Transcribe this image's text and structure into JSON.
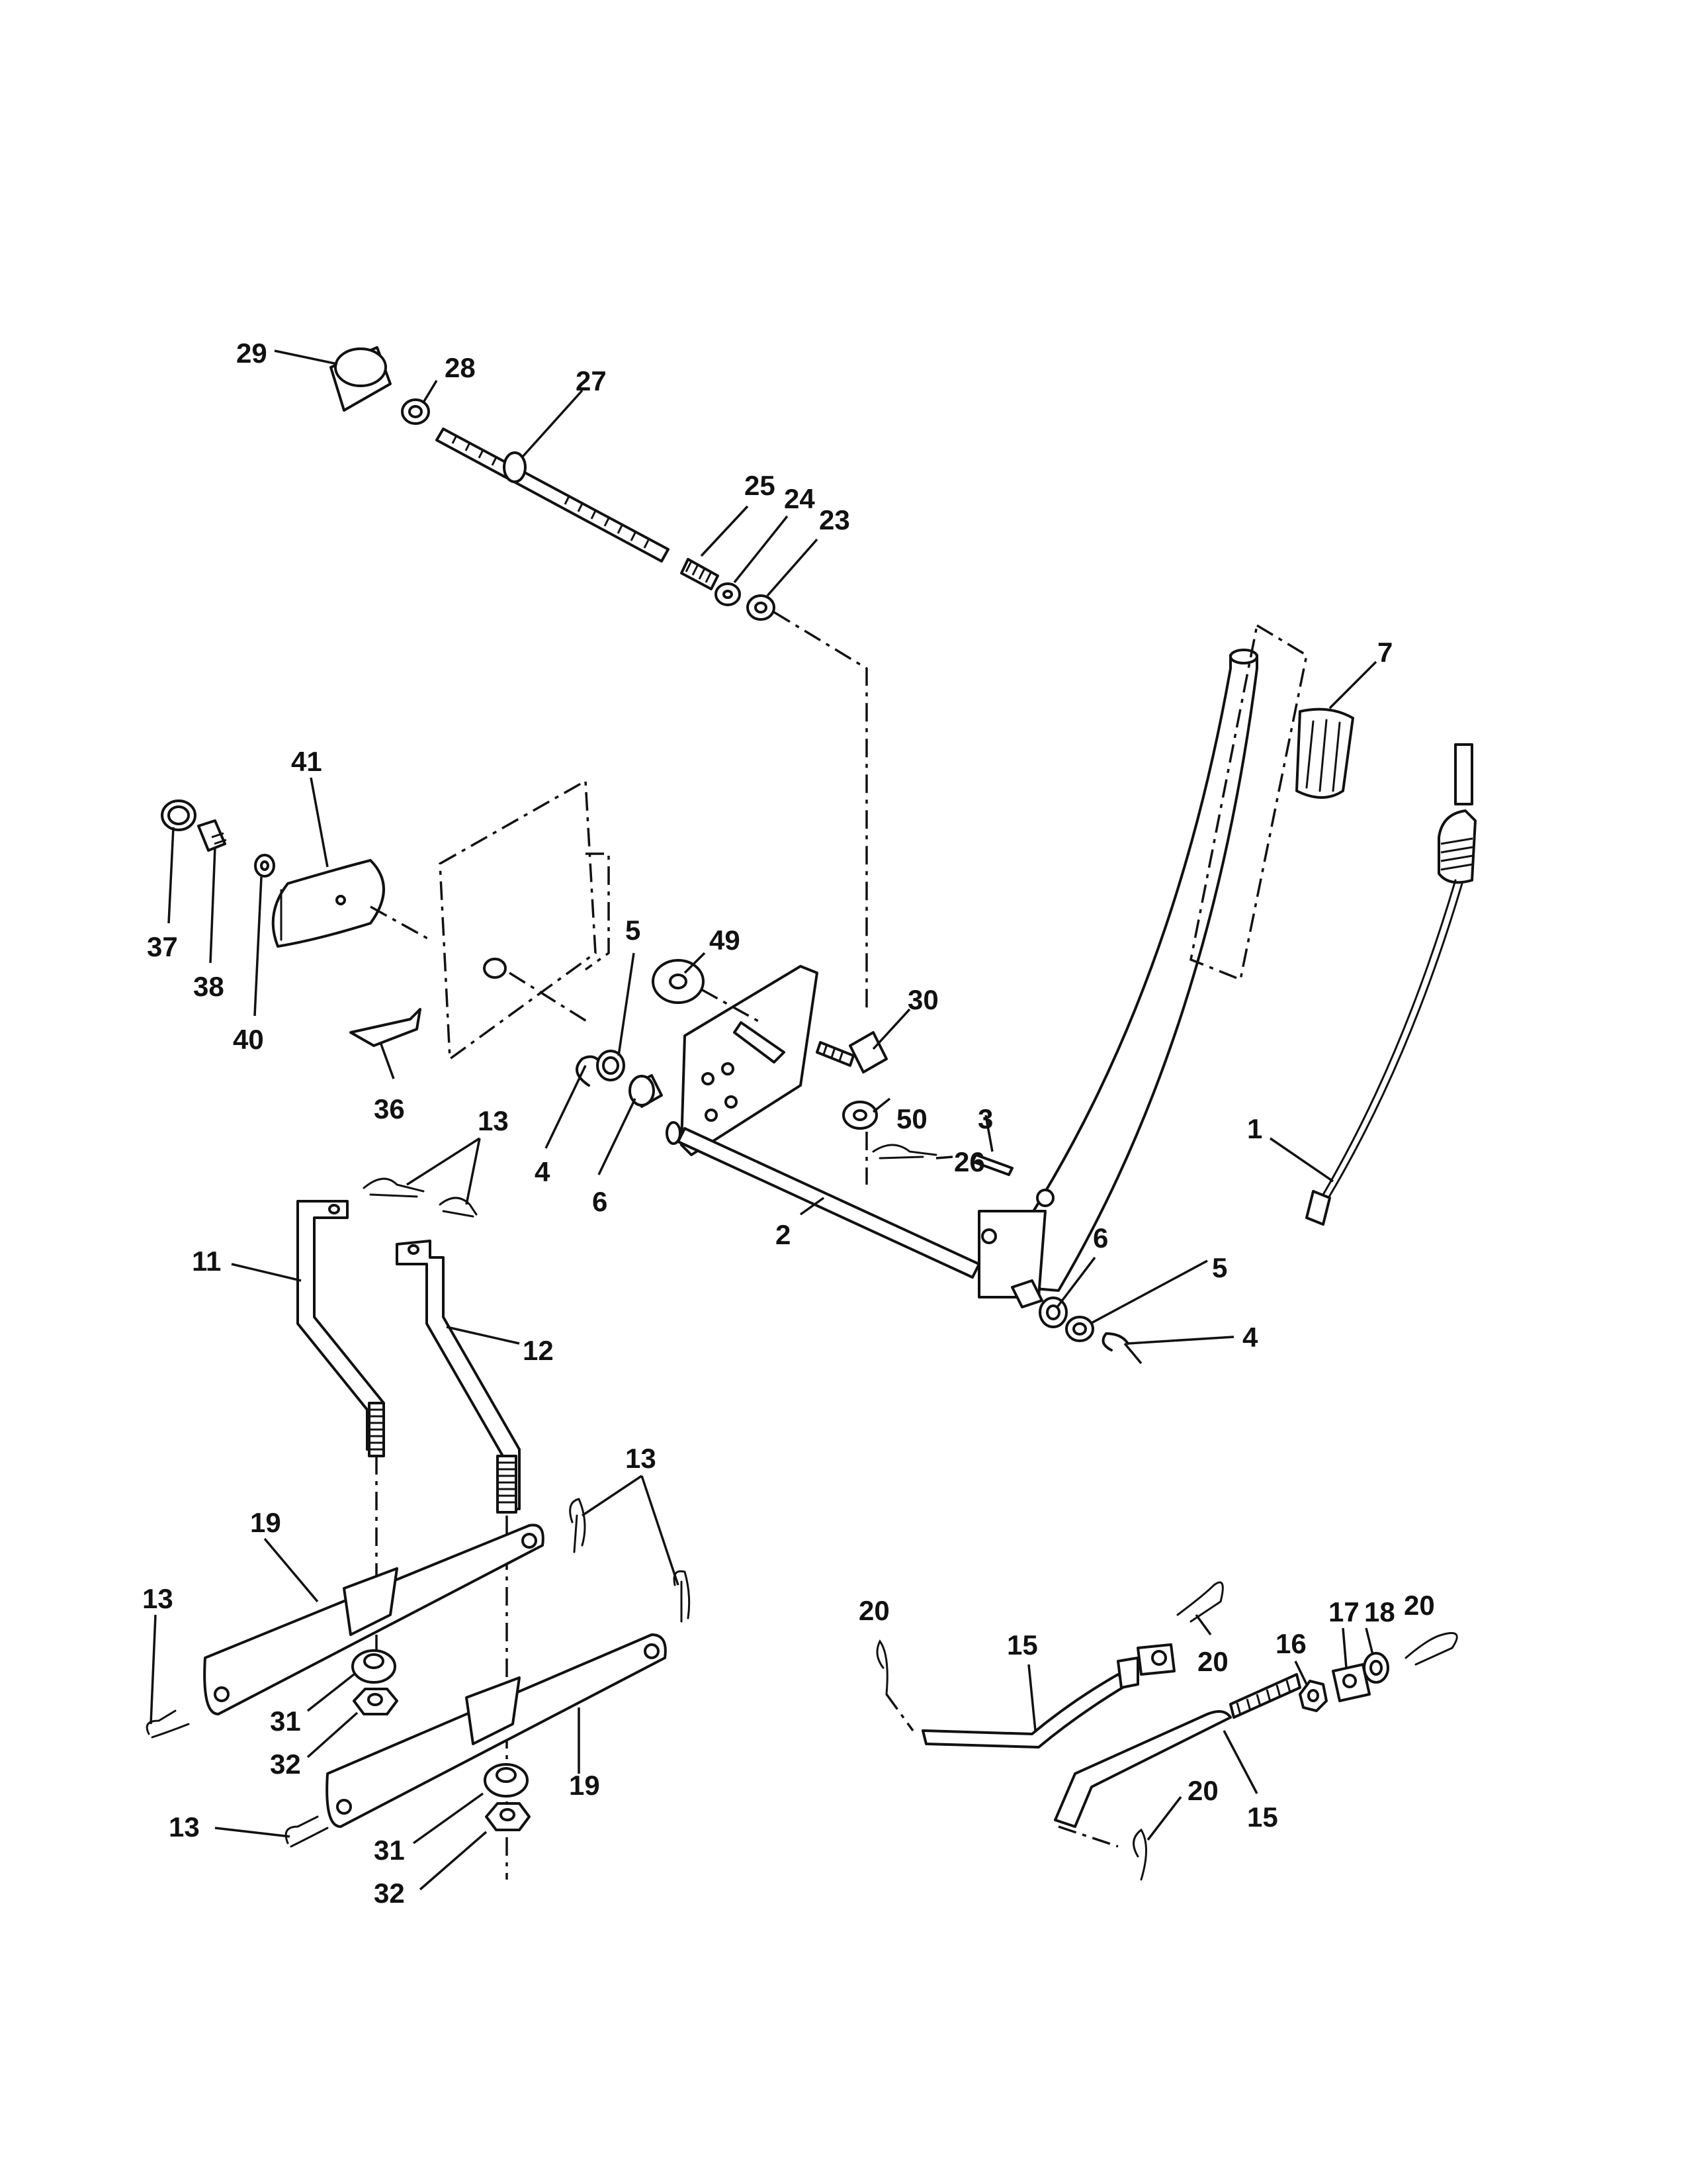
{
  "callouts": {
    "c29": "29",
    "c28": "28",
    "c27": "27",
    "c25": "25",
    "c24": "24",
    "c23": "23",
    "c7": "7",
    "c41": "41",
    "c37": "37",
    "c38": "38",
    "c40": "40",
    "c5a": "5",
    "c49": "49",
    "c30": "30",
    "c36": "36",
    "c13a": "13",
    "c4a": "4",
    "c6a": "6",
    "c50": "50",
    "c3": "3",
    "c26": "26",
    "c1": "1",
    "c2": "2",
    "c6b": "6",
    "c5b": "5",
    "c4b": "4",
    "c11": "11",
    "c12": "12",
    "c13b": "13",
    "c19a": "19",
    "c13c": "13",
    "c31a": "31",
    "c32a": "32",
    "c19b": "19",
    "c13d": "13",
    "c31b": "31",
    "c32b": "32",
    "c20a": "20",
    "c15a": "15",
    "c20b": "20",
    "c17": "17",
    "c18": "18",
    "c20c": "20",
    "c16": "16",
    "c20d": "20",
    "c15b": "15"
  }
}
